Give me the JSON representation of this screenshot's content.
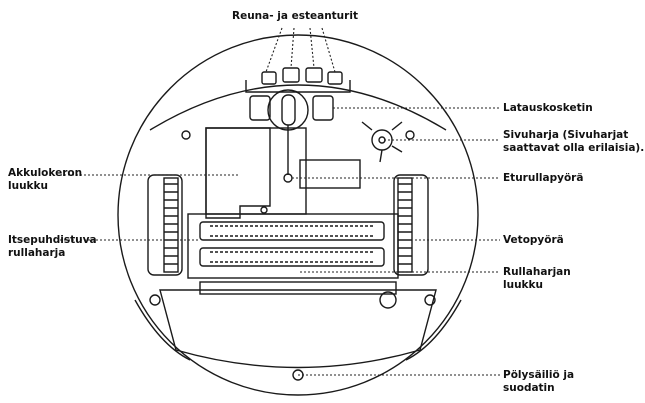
{
  "diagram": {
    "colors": {
      "stroke": "#1a1a1a",
      "leader": "#222222",
      "background": "#ffffff"
    },
    "labels": {
      "edge_sensors": "Reuna- ja esteanturit",
      "charging_contact": "Latauskosketin",
      "side_brush": "Sivuharja (Sivuharjat\nsaattavat olla erilaisia).",
      "battery_door": "Akkulokeron\nluukku",
      "front_wheel": "Eturullapyörä",
      "self_cleaning_brush": "Itsepuhdistuva\nrullaharja",
      "drive_wheel": "Vetopyörä",
      "brush_door": "Rullaharjan\nluukku",
      "bin_filter": "Pölysäiliö ja\nsuodatin"
    }
  }
}
